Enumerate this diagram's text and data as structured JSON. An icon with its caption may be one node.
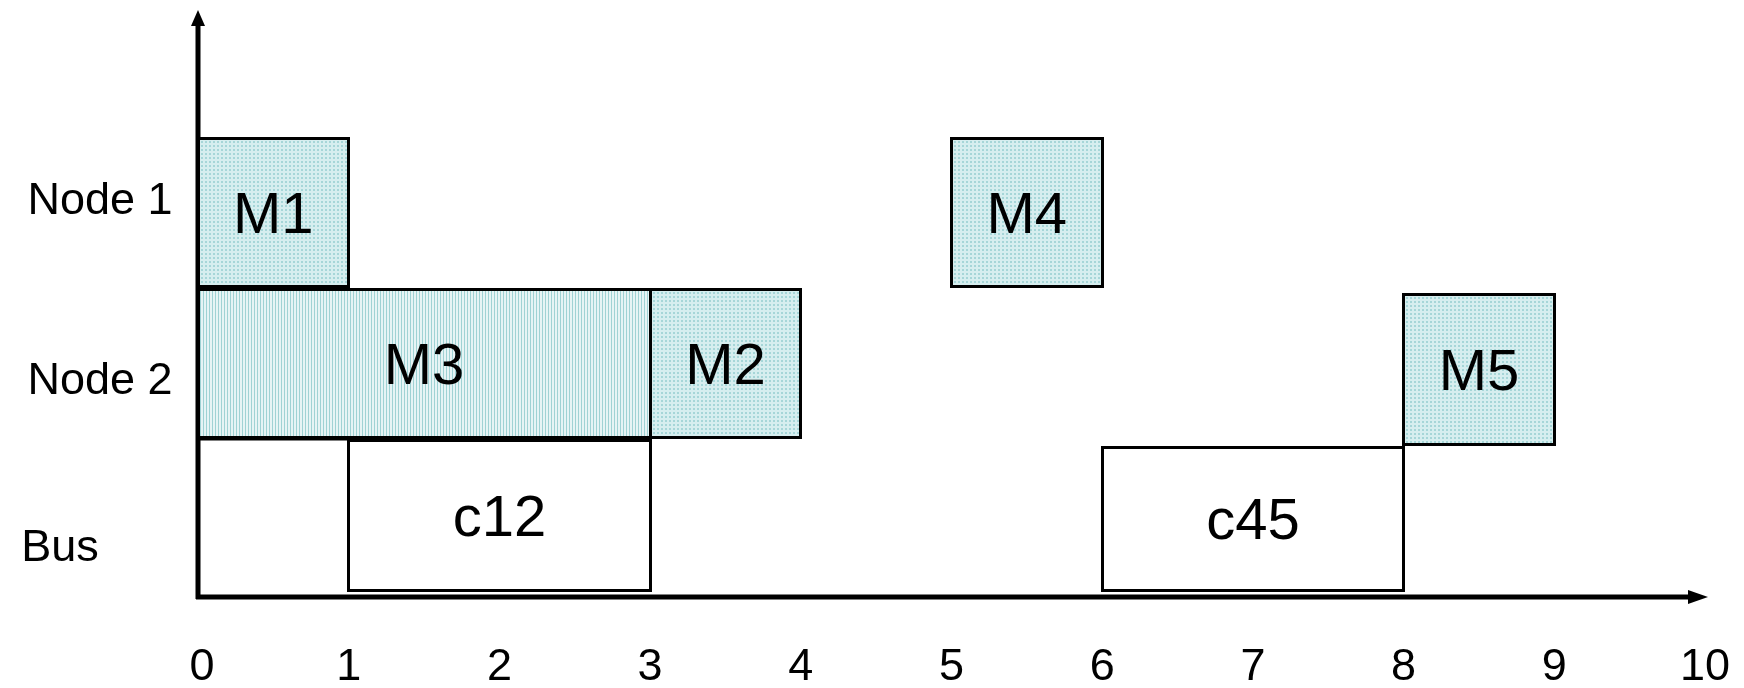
{
  "diagram": {
    "nodes": [
      {
        "text": [
          "M1"
        ]
      },
      {
        "text": [
          "M4"
        ]
      },
      {
        "text": [
          "M3"
        ]
      },
      {
        "text": [
          "M2"
        ]
      },
      {
        "text": [
          "M5"
        ]
      },
      {
        "text": [
          "c12"
        ]
      },
      {
        "text": [
          "c45"
        ]
      }
    ],
    "labels": [
      "Node 1",
      "Node 2",
      "Bus",
      "0",
      "1",
      "2",
      "3",
      "4",
      "5",
      "6",
      "7",
      "8",
      "9",
      "10"
    ]
  }
}
